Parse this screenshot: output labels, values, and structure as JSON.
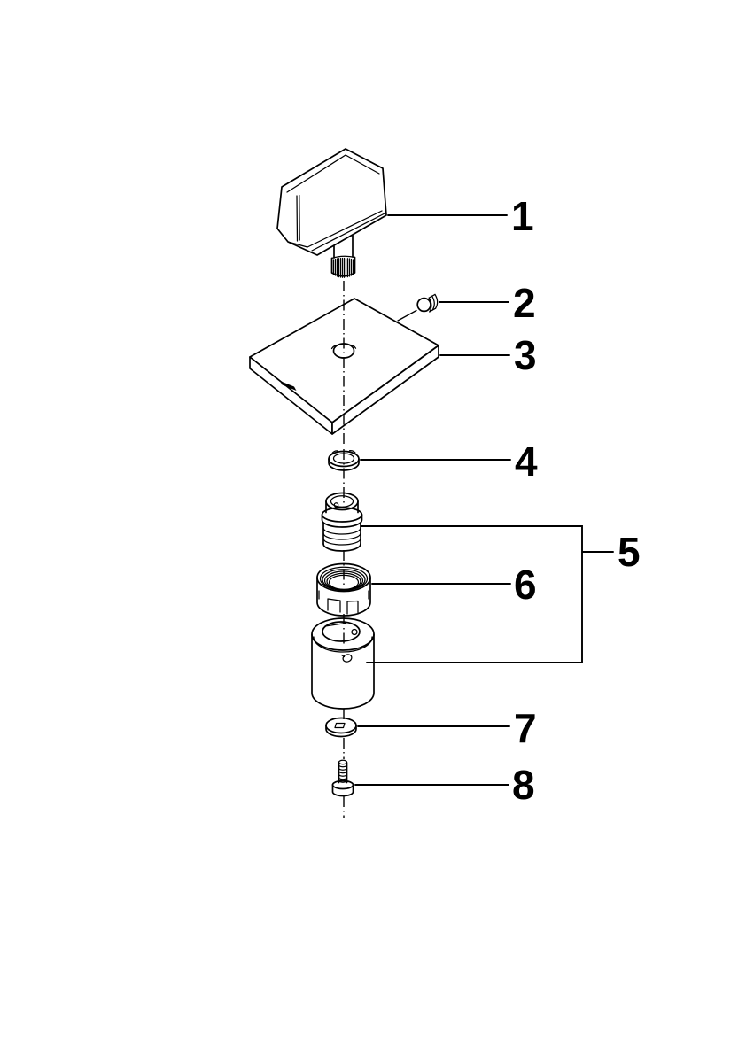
{
  "figure": {
    "kind": "exploded-parts-diagram",
    "colors": {
      "line": "#000000",
      "background": "#ffffff"
    }
  },
  "callouts": [
    {
      "number": "1"
    },
    {
      "number": "2"
    },
    {
      "number": "3"
    },
    {
      "number": "4"
    },
    {
      "number": "5"
    },
    {
      "number": "6"
    },
    {
      "number": "7"
    },
    {
      "number": "8"
    }
  ]
}
